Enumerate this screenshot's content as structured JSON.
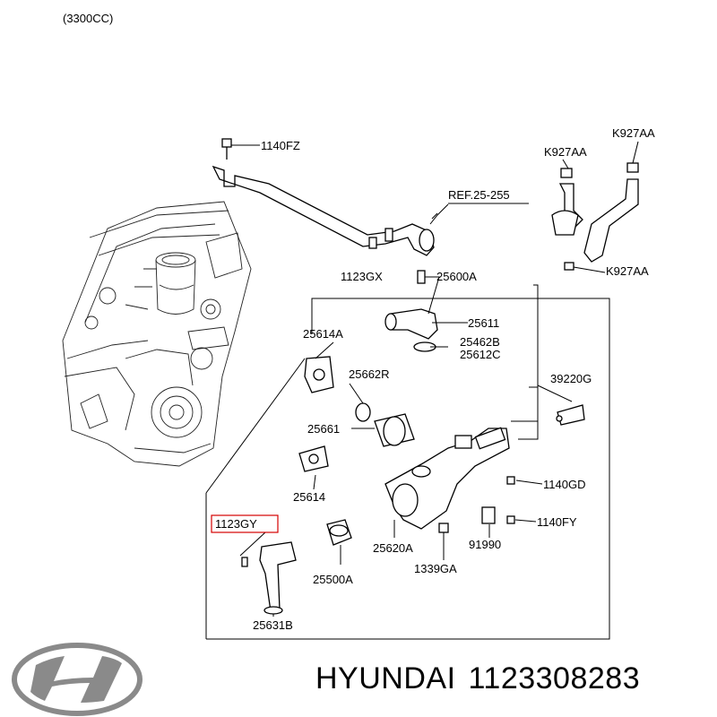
{
  "header": {
    "engine_note": "(3300CC)"
  },
  "parts": {
    "p1140FZ": "1140FZ",
    "pREF": "REF.25-255",
    "pK927AA_top_right": "K927AA",
    "pK927AA_top_left": "K927AA",
    "pK927AA_lower": "K927AA",
    "p1123GX": "1123GX",
    "p25600A": "25600A",
    "p25611": "25611",
    "p25462B": "25462B",
    "p25612C": "25612C",
    "p25614A": "25614A",
    "p25662R": "25662R",
    "p39220G": "39220G",
    "p25661": "25661",
    "p1140GD": "1140GD",
    "p25614": "25614",
    "p1123GY": "1123GY",
    "p1140FY": "1140FY",
    "p25620A": "25620A",
    "p91990": "91990",
    "p25500A": "25500A",
    "p1339GA": "1339GA",
    "p25631B": "25631B"
  },
  "footer": {
    "brand": "HYUNDAI",
    "part_number": "1123308283"
  },
  "colors": {
    "highlight": "#d40000",
    "line": "#000000",
    "background": "#ffffff"
  },
  "icons": {
    "logo": "hyundai-logo"
  }
}
